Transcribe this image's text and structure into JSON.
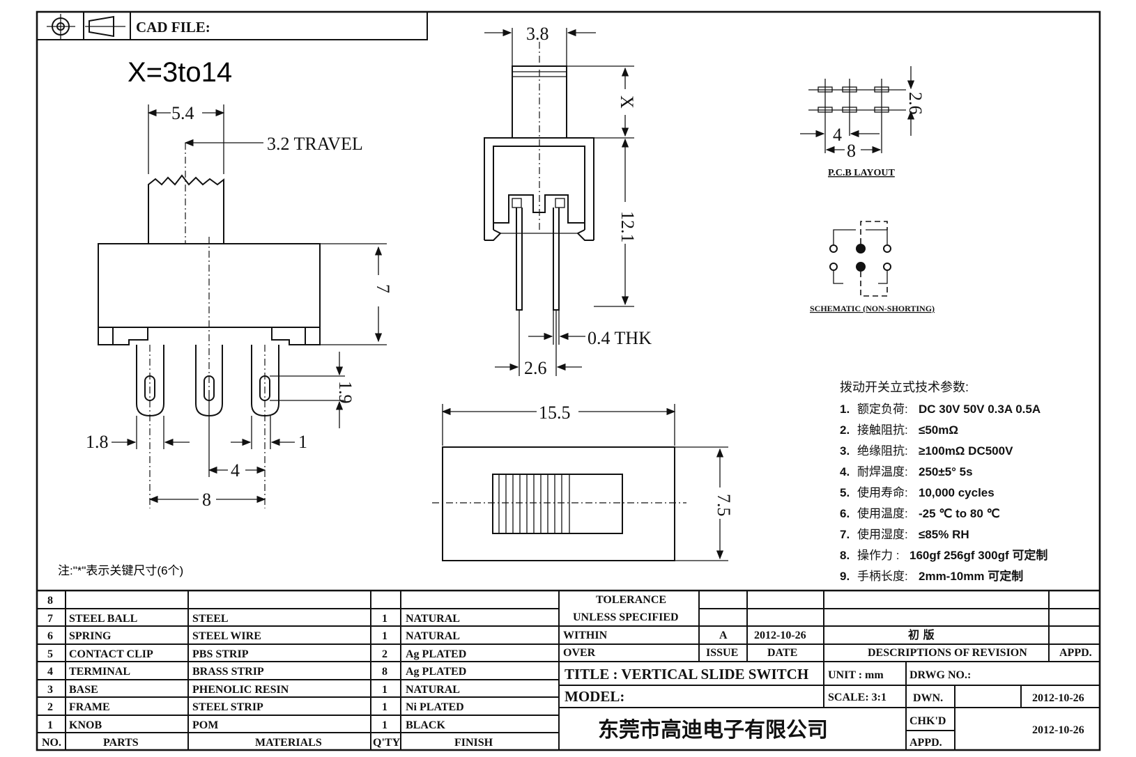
{
  "header": {
    "cad_file_label": "CAD FILE:",
    "x_range": "X=3to14",
    "symbol_icons": [
      "projection-circle-icon",
      "projection-cone-icon"
    ]
  },
  "side_view": {
    "dim_5_4": "5.4",
    "travel": "3.2  TRAVEL",
    "dim_7": "7",
    "dim_1_9": "1.9",
    "dim_1_8": "1.8",
    "dim_1": "1",
    "dim_4": "4",
    "dim_8": "8"
  },
  "front_view": {
    "dim_3_8": "3.8",
    "dim_x": "X",
    "dim_12_1": "12.1",
    "thk": "0.4  THK",
    "dim_2_6": "2.6"
  },
  "top_view": {
    "dim_15_5": "15.5",
    "dim_7_5": "7.5"
  },
  "pcb": {
    "dim_2_6": "2.6",
    "dim_4": "4",
    "dim_8": "8",
    "caption": "P.C.B LAYOUT"
  },
  "schematic": {
    "caption": "SCHEMATIC (NON-SHORTING)"
  },
  "note": "注:\"*\"表示关键尺寸(6个)",
  "specs": {
    "title": "拨动开关立式技术参数:",
    "items": [
      {
        "num": "1.",
        "label": "额定负荷:",
        "value": "DC 30V    50V    0.3A    0.5A"
      },
      {
        "num": "2.",
        "label": "接触阻抗:",
        "value": "≤50mΩ"
      },
      {
        "num": "3.",
        "label": "绝缘阻抗:",
        "value": "≥100mΩ   DC500V"
      },
      {
        "num": "4.",
        "label": "耐焊温度:",
        "value": "250±5°   5s"
      },
      {
        "num": "5.",
        "label": "使用寿命:",
        "value": "10,000 cycles"
      },
      {
        "num": "6.",
        "label": "使用温度:",
        "value": "-25  ℃  to 80  ℃"
      },
      {
        "num": "7.",
        "label": "使用湿度:",
        "value": "≤85% RH"
      },
      {
        "num": "8.",
        "label": "操作力 :",
        "value": "160gf    256gf    300gf  可定制"
      },
      {
        "num": "9.",
        "label": "手柄长度:",
        "value": "2mm-10mm   可定制"
      }
    ]
  },
  "parts_table": {
    "headers": {
      "no": "NO.",
      "parts": "PARTS",
      "materials": "MATERIALS",
      "qty": "Q'TY",
      "finish": "FINISH"
    },
    "rows": [
      {
        "no": "8",
        "part": "",
        "material": "",
        "qty": "",
        "finish": ""
      },
      {
        "no": "7",
        "part": "STEEL BALL",
        "material": "STEEL",
        "qty": "1",
        "finish": "NATURAL"
      },
      {
        "no": "6",
        "part": "SPRING",
        "material": "STEEL WIRE",
        "qty": "1",
        "finish": "NATURAL"
      },
      {
        "no": "5",
        "part": "CONTACT CLIP",
        "material": "PBS STRIP",
        "qty": "2",
        "finish": "Ag PLATED"
      },
      {
        "no": "4",
        "part": "TERMINAL",
        "material": "BRASS STRIP",
        "qty": "8",
        "finish": "Ag PLATED"
      },
      {
        "no": "3",
        "part": "BASE",
        "material": "PHENOLIC RESIN",
        "qty": "1",
        "finish": "NATURAL"
      },
      {
        "no": "2",
        "part": "FRAME",
        "material": "STEEL STRIP",
        "qty": "1",
        "finish": "Ni PLATED"
      },
      {
        "no": "1",
        "part": "KNOB",
        "material": "POM",
        "qty": "1",
        "finish": "BLACK"
      }
    ]
  },
  "title_block": {
    "tolerance": "TOLERANCE",
    "unless": "UNLESS   SPECIFIED",
    "within": "WITHIN",
    "over": "OVER",
    "rev_issue": "A",
    "rev_date": "2012-10-26",
    "rev_desc": "初  版",
    "issue_label": "ISSUE",
    "date_label": "DATE",
    "desc_label": "DESCRIPTIONS  OF  REVISION",
    "appd_label": "APPD.",
    "title": "TITLE :   VERTICAL  SLIDE  SWITCH",
    "unit": "UNIT :   mm",
    "drwg_no": "DRWG  NO.:",
    "model": "MODEL:",
    "scale": "SCALE:   3:1",
    "dwn": "DWN.",
    "dwn_date": "2012-10-26",
    "chkd": "CHK'D",
    "chkd_date": "2012-10-26",
    "appd": "APPD.",
    "company": "东莞市高迪电子有限公司"
  }
}
